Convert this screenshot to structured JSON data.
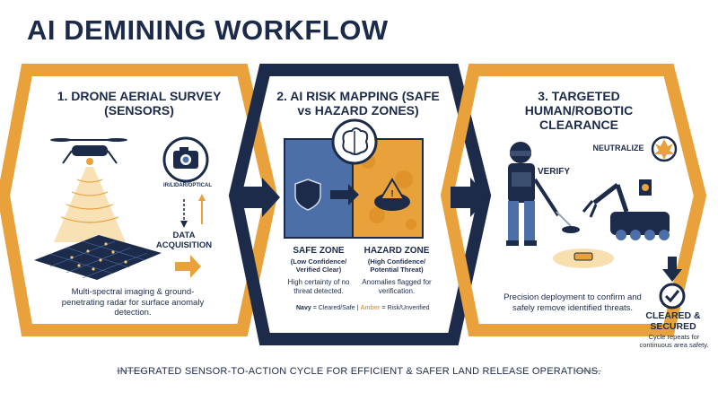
{
  "title": "AI DEMINING WORKFLOW",
  "steps": [
    {
      "title": "1. DRONE AERIAL SURVEY (SENSORS)",
      "sensor_label": "IR/LIDAR/OPTICAL",
      "acquisition_label": "DATA ACQUISITION",
      "caption": "Multi-spectral imaging & ground-penetrating radar for surface anomaly detection."
    },
    {
      "title": "2. AI RISK MAPPING (SAFE vs HAZARD ZONES)",
      "safe_title": "SAFE ZONE",
      "safe_sub": "(Low Confidence/ Verified Clear)",
      "safe_caption": "High certainty of no threat detected.",
      "hazard_title": "HAZARD ZONE",
      "hazard_sub": "(High Confidence/ Potential Threat)",
      "hazard_caption": "Anomalies flagged for verification.",
      "legend_navy": "Navy",
      "legend_navy_desc": "= Cleared/Safe",
      "legend_sep": "|",
      "legend_amber": "Amber",
      "legend_amber_desc": "= Risk/Unverified"
    },
    {
      "title": "3. TARGETED HUMAN/ROBOTIC CLEARANCE",
      "verify_label": "VERIFY",
      "neutralize_label": "NEUTRALIZE",
      "caption": "Precision deployment to confirm and safely remove identified threats."
    }
  ],
  "cleared": {
    "title": "CLEARED & SECURED",
    "caption": "Cycle repeats for continuous area safety."
  },
  "footer": "INTEGRATED SENSOR-TO-ACTION CYCLE FOR EFFICIENT & SAFER LAND RELEASE OPERATIONS.",
  "colors": {
    "navy": "#1c2b4a",
    "amber": "#e9a23b",
    "safe_blue": "#4d6fa8"
  },
  "icons": [
    "drone-icon",
    "camera-icon",
    "brain-icon",
    "shield-icon",
    "hazard-icon",
    "soldier-icon",
    "robot-icon",
    "explosion-icon",
    "check-icon"
  ]
}
